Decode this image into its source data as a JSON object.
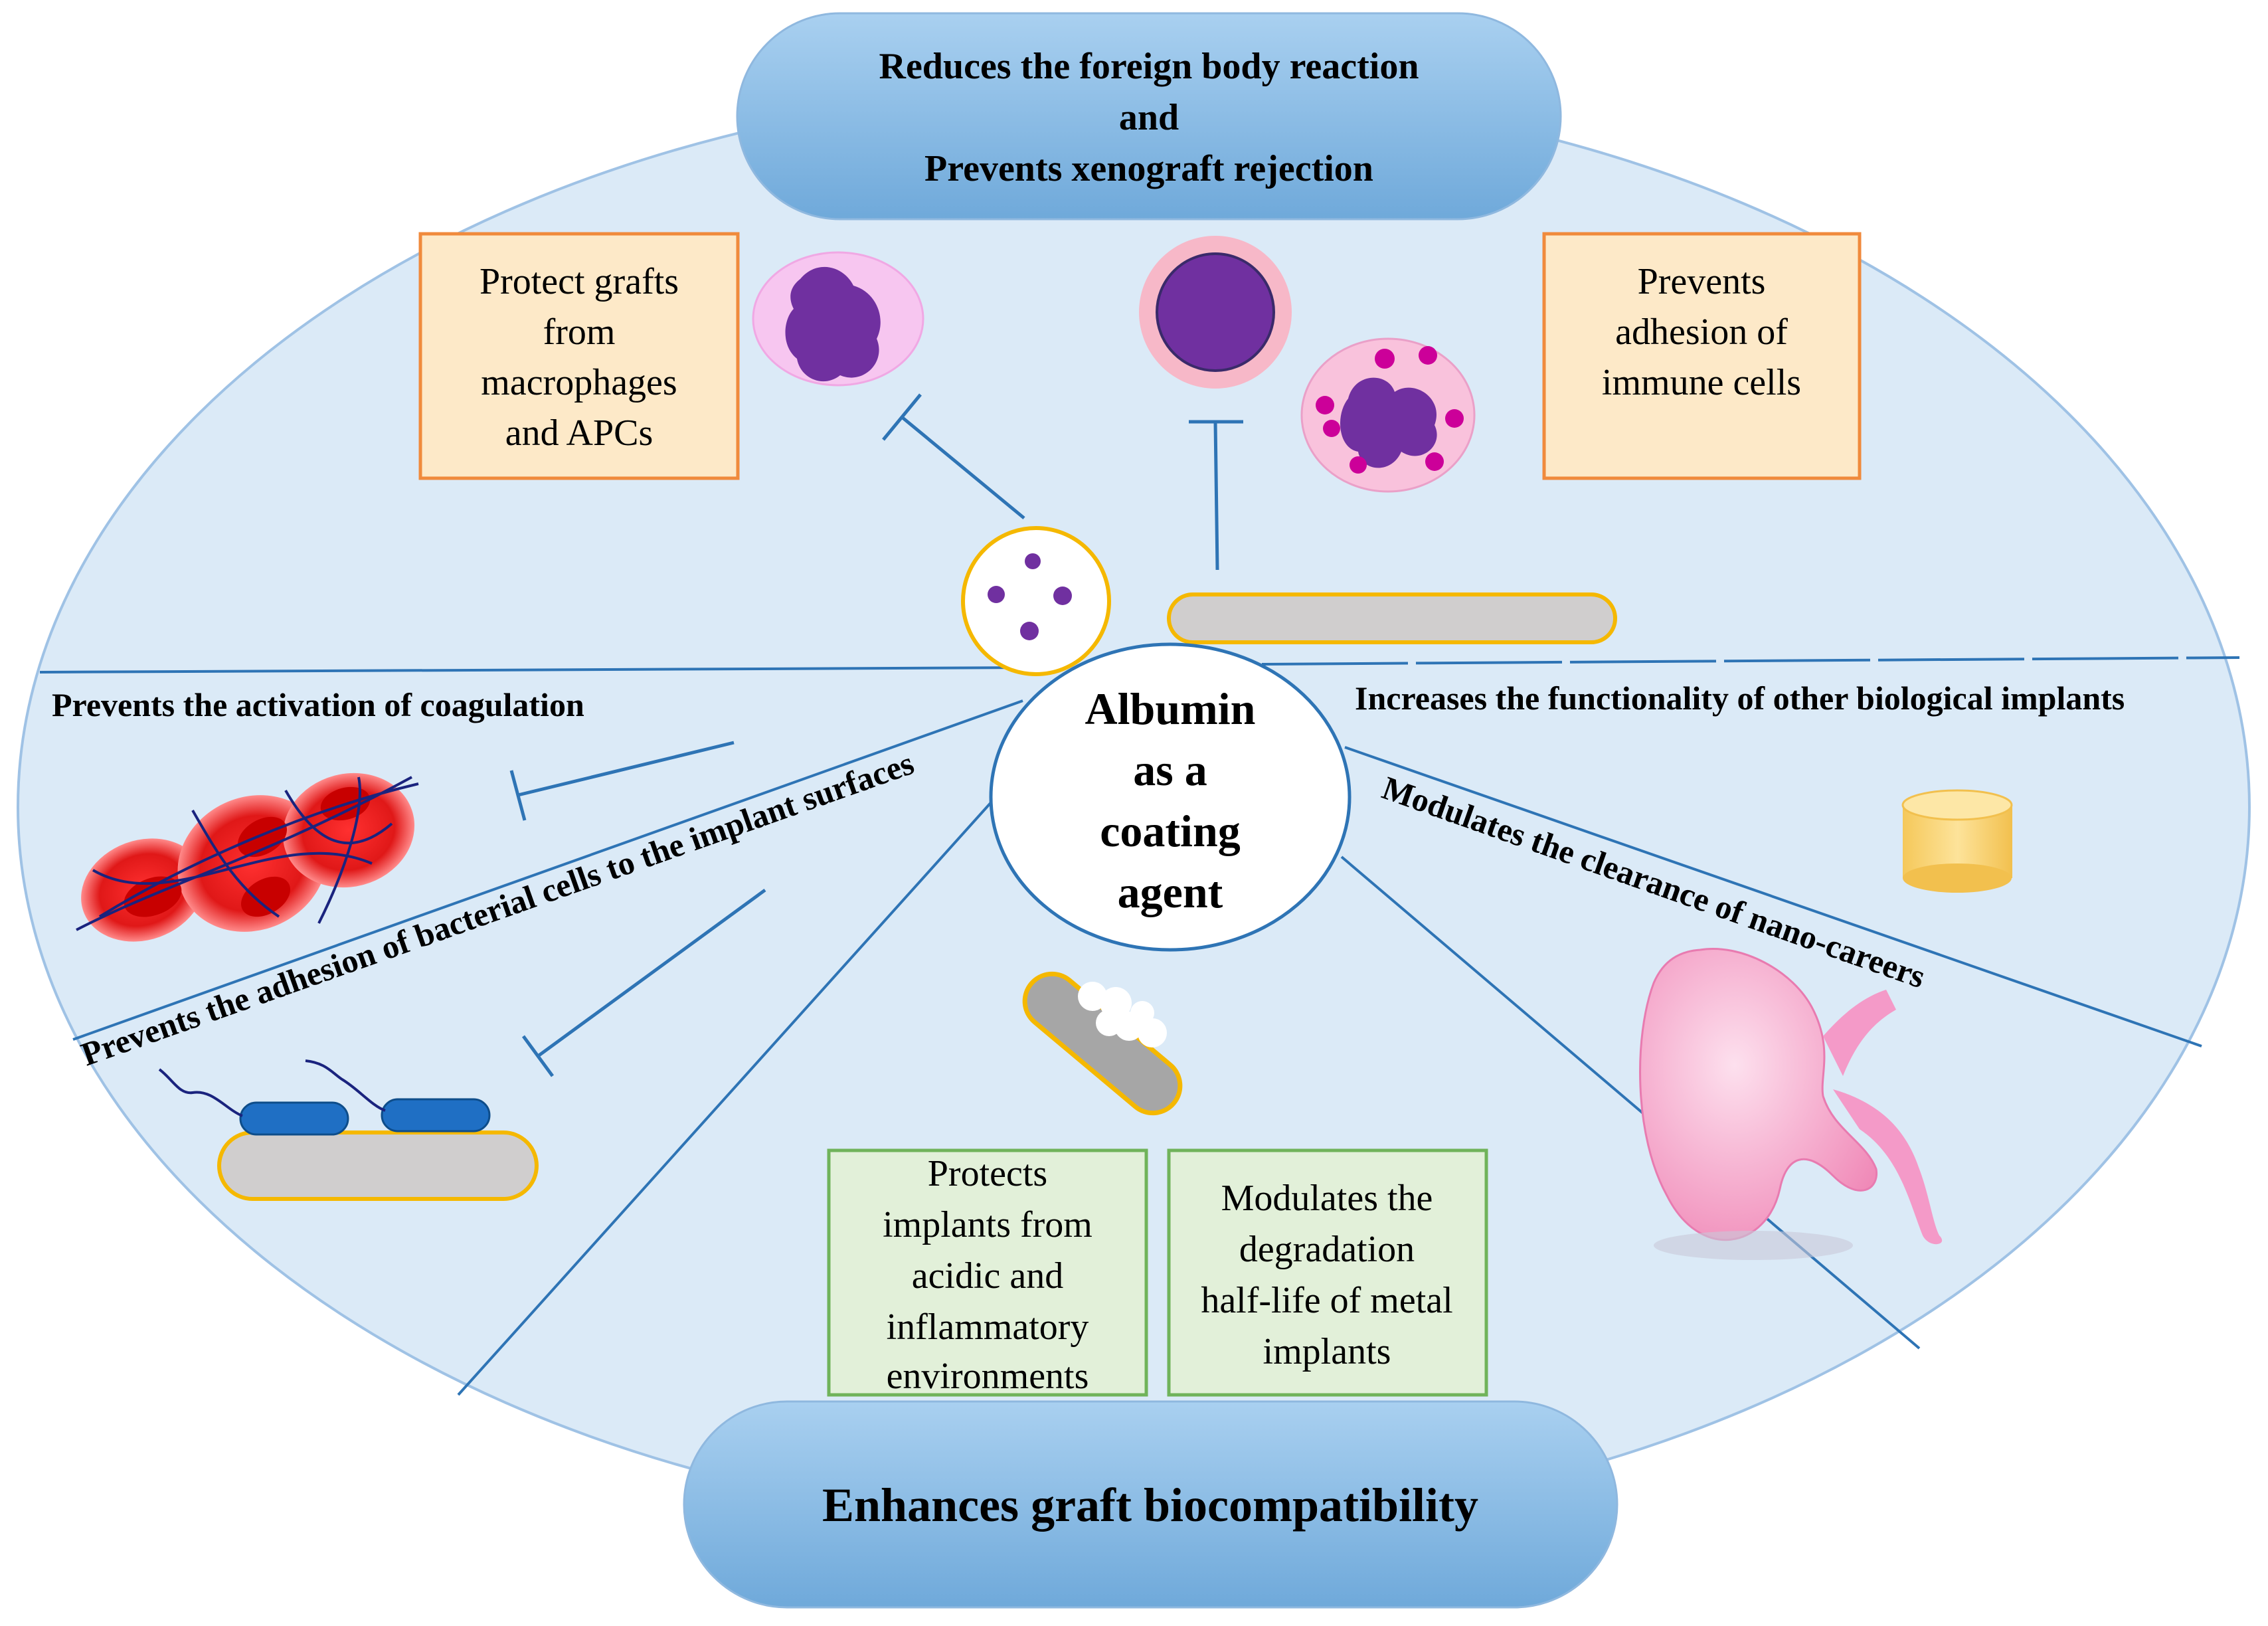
{
  "top_banner": {
    "line1": "Reduces the foreign body reaction",
    "line2": "and",
    "line3": "Prevents xenograft rejection"
  },
  "bottom_banner": {
    "label": "Enhances graft biocompatibility"
  },
  "center": {
    "line1": "Albumin",
    "line2": "as a",
    "line3": "coating",
    "line4": "agent"
  },
  "boxes": {
    "protect_grafts": {
      "lines": [
        "Protect grafts",
        "from",
        "macrophages",
        "and APCs"
      ]
    },
    "prevents_adhesion_immune": {
      "lines": [
        "Prevents",
        "adhesion of",
        "immune cells"
      ]
    },
    "protects_implants": {
      "lines": [
        "Protects",
        "implants from",
        "acidic and",
        "inflammatory",
        "environments"
      ]
    },
    "modulates_degradation": {
      "lines": [
        "Modulates the",
        "degradation",
        "half-life of metal",
        "implants"
      ]
    }
  },
  "labels": {
    "coagulation": "Prevents the activation of coagulation",
    "bacterial": "Prevents the adhesion of bacterial cells to the implant surfaces",
    "functionality": "Increases the functionality of other biological implants",
    "clearance": "Modulates the clearance of nano-careers"
  },
  "colors": {
    "ellipse_fill": "#dbeaf7",
    "banner_fill": "#8dbfe6",
    "orange_box_fill": "#fde9c8",
    "orange_box_border": "#f08a3c",
    "green_box_fill": "#e2f0d9",
    "green_box_border": "#70b35a",
    "line_color": "#2e74b5",
    "implant_gray": "#d0cece",
    "implant_border": "#f5b800",
    "cell_purple": "#7030a0"
  }
}
